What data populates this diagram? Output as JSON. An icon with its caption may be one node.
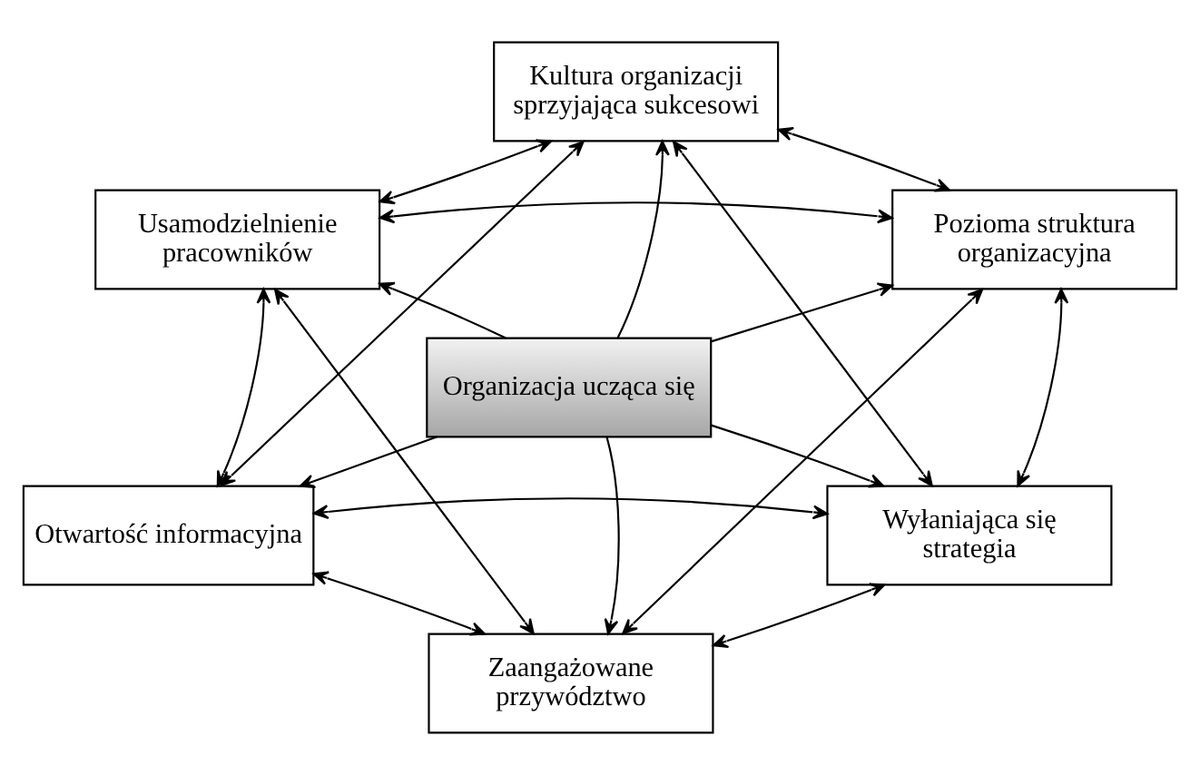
{
  "diagram": {
    "nodes": [
      {
        "text": [
          "Kultura organizacji sprzyjająca sukcesowi"
        ]
      },
      {
        "text": [
          "Usamodzielnienie pracowników"
        ]
      },
      {
        "text": [
          "Organizacja ucząca się"
        ]
      },
      {
        "text": [
          "Pozioma struktura organizacyjna"
        ]
      },
      {
        "text": [
          "Otwartość informacyjna"
        ]
      },
      {
        "text": [
          "Wyłaniająca się strategia"
        ]
      },
      {
        "text": [
          "Zaangażowane przywództwo"
        ]
      }
    ],
    "edges": [
      {
        "from": 2,
        "to": 0,
        "arrow": "to"
      },
      {
        "from": 2,
        "to": 1,
        "arrow": "to"
      },
      {
        "from": 2,
        "to": 3,
        "arrow": "to"
      },
      {
        "from": 2,
        "to": 4,
        "arrow": "to"
      },
      {
        "from": 2,
        "to": 5,
        "arrow": "to"
      },
      {
        "from": 2,
        "to": 6,
        "arrow": "to"
      },
      {
        "from": 1,
        "to": 0,
        "arrow": "both"
      },
      {
        "from": 3,
        "to": 0,
        "arrow": "both"
      },
      {
        "from": 1,
        "to": 3,
        "arrow": "both"
      },
      {
        "from": 4,
        "to": 0,
        "arrow": "both"
      },
      {
        "from": 5,
        "to": 0,
        "arrow": "both"
      },
      {
        "from": 1,
        "to": 4,
        "arrow": "both"
      },
      {
        "from": 3,
        "to": 5,
        "arrow": "both"
      },
      {
        "from": 1,
        "to": 6,
        "arrow": "both"
      },
      {
        "from": 3,
        "to": 6,
        "arrow": "both"
      },
      {
        "from": 4,
        "to": 5,
        "arrow": "both"
      },
      {
        "from": 4,
        "to": 6,
        "arrow": "both"
      },
      {
        "from": 5,
        "to": 6,
        "arrow": "both"
      }
    ]
  }
}
